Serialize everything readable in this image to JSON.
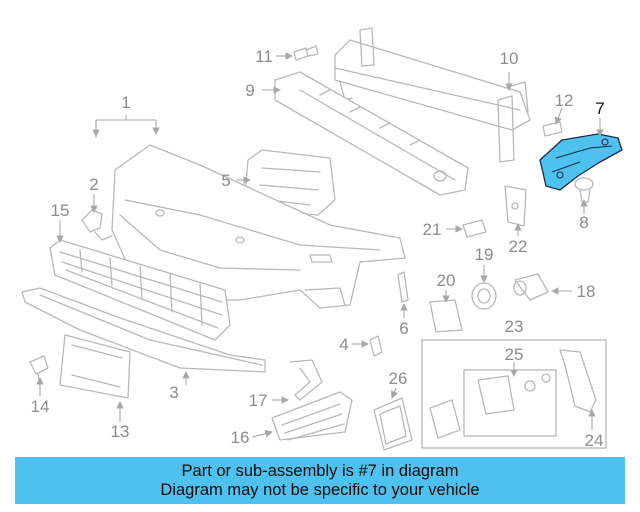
{
  "callouts": {
    "c1": "1",
    "c2": "2",
    "c3": "3",
    "c4": "4",
    "c5": "5",
    "c6": "6",
    "c7": "7",
    "c8": "8",
    "c9": "9",
    "c10": "10",
    "c11": "11",
    "c12": "12",
    "c13": "13",
    "c14": "14",
    "c15": "15",
    "c16": "16",
    "c17": "17",
    "c18": "18",
    "c19": "19",
    "c20": "20",
    "c21": "21",
    "c22": "22",
    "c23": "23",
    "c24": "24",
    "c25": "25",
    "c26": "26"
  },
  "highlight_color": "#4fc1ee",
  "banner": {
    "line1": "Part or sub-assembly is #7 in diagram",
    "line2": "Diagram may not be specific to your vehicle"
  }
}
